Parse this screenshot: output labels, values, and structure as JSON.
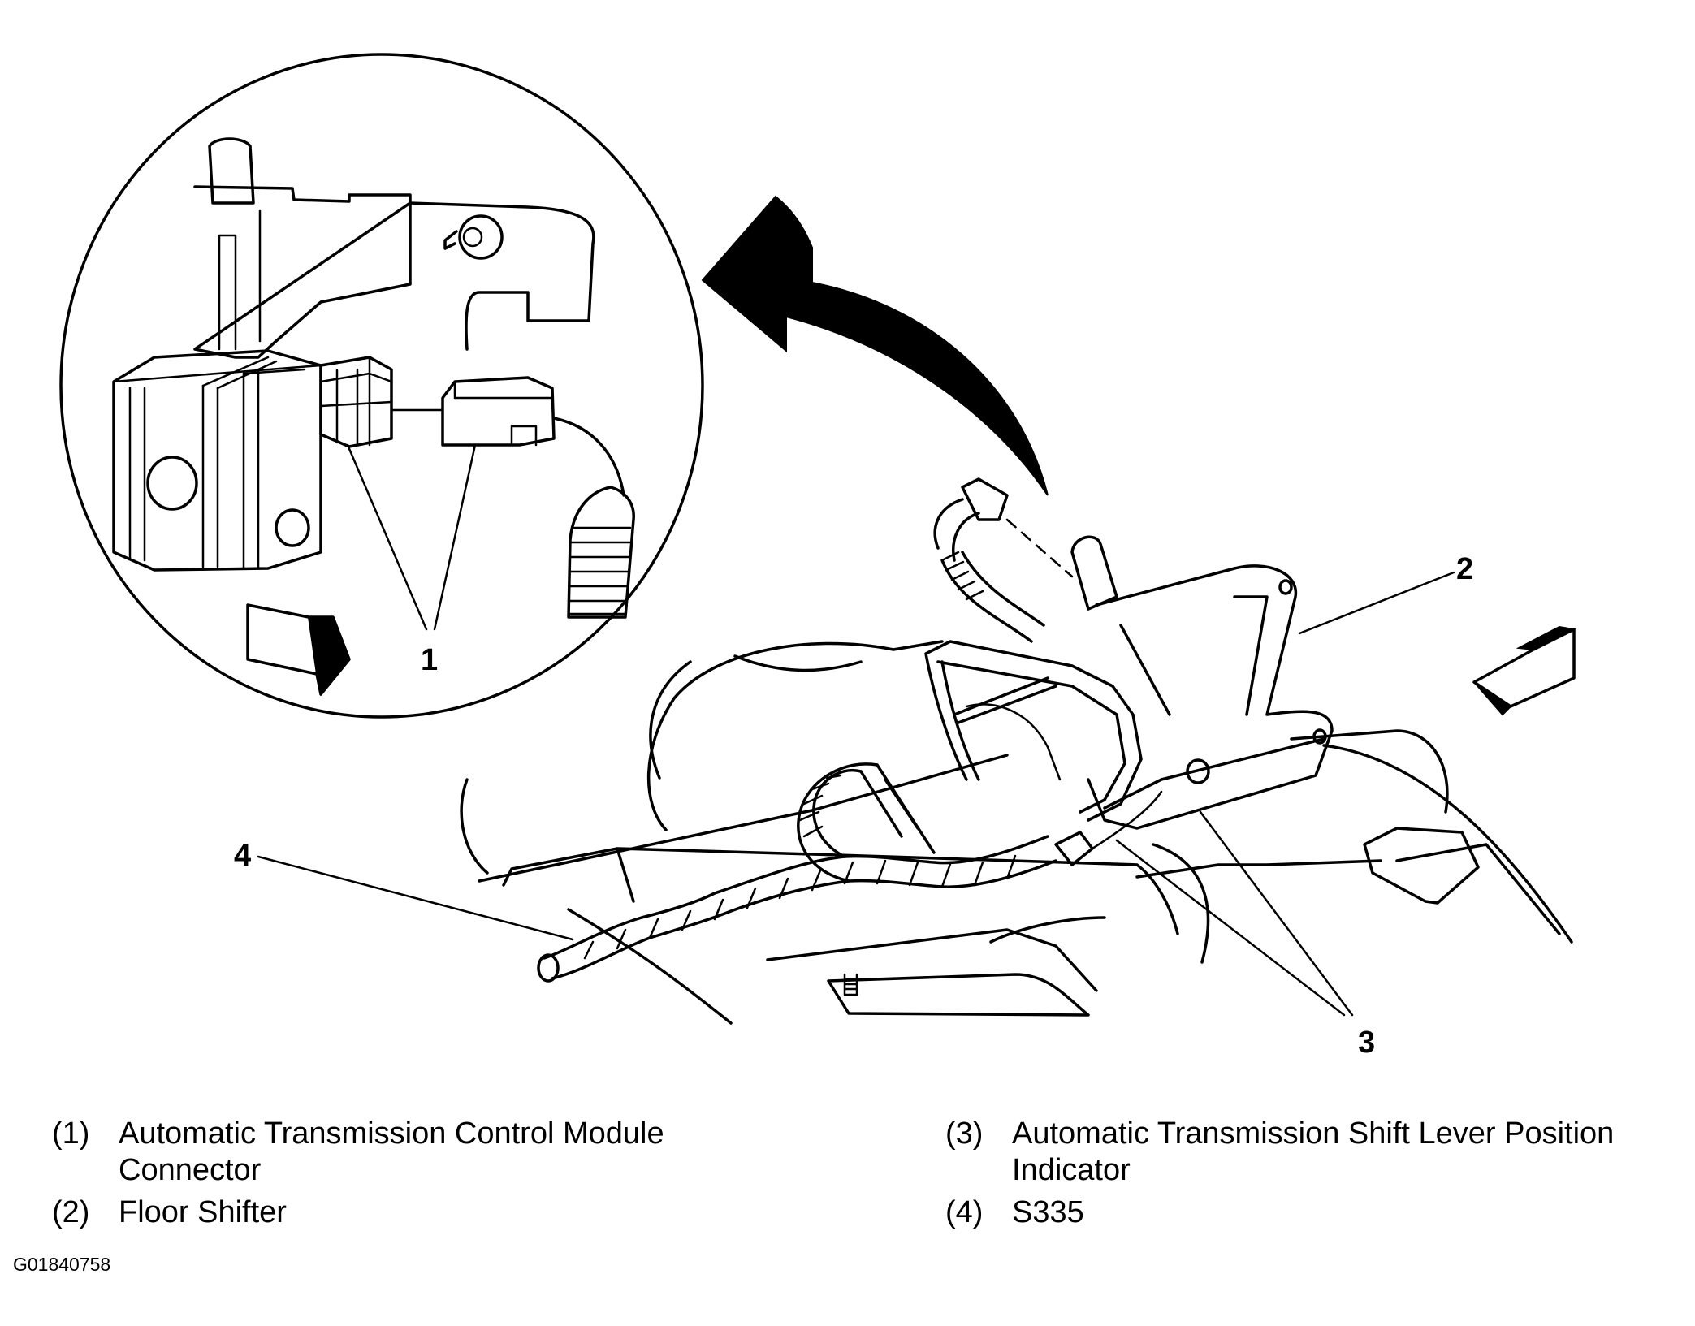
{
  "figure_id": "G01840758",
  "callouts": {
    "c1": "1",
    "c2": "2",
    "c3": "3",
    "c4": "4"
  },
  "legend": [
    {
      "number": "(1)",
      "text": "Automatic Transmission Control Module Connector"
    },
    {
      "number": "(2)",
      "text": "Floor Shifter"
    },
    {
      "number": "(3)",
      "text": "Automatic Transmission Shift Lever Position Indicator"
    },
    {
      "number": "(4)",
      "text": "S335"
    }
  ]
}
